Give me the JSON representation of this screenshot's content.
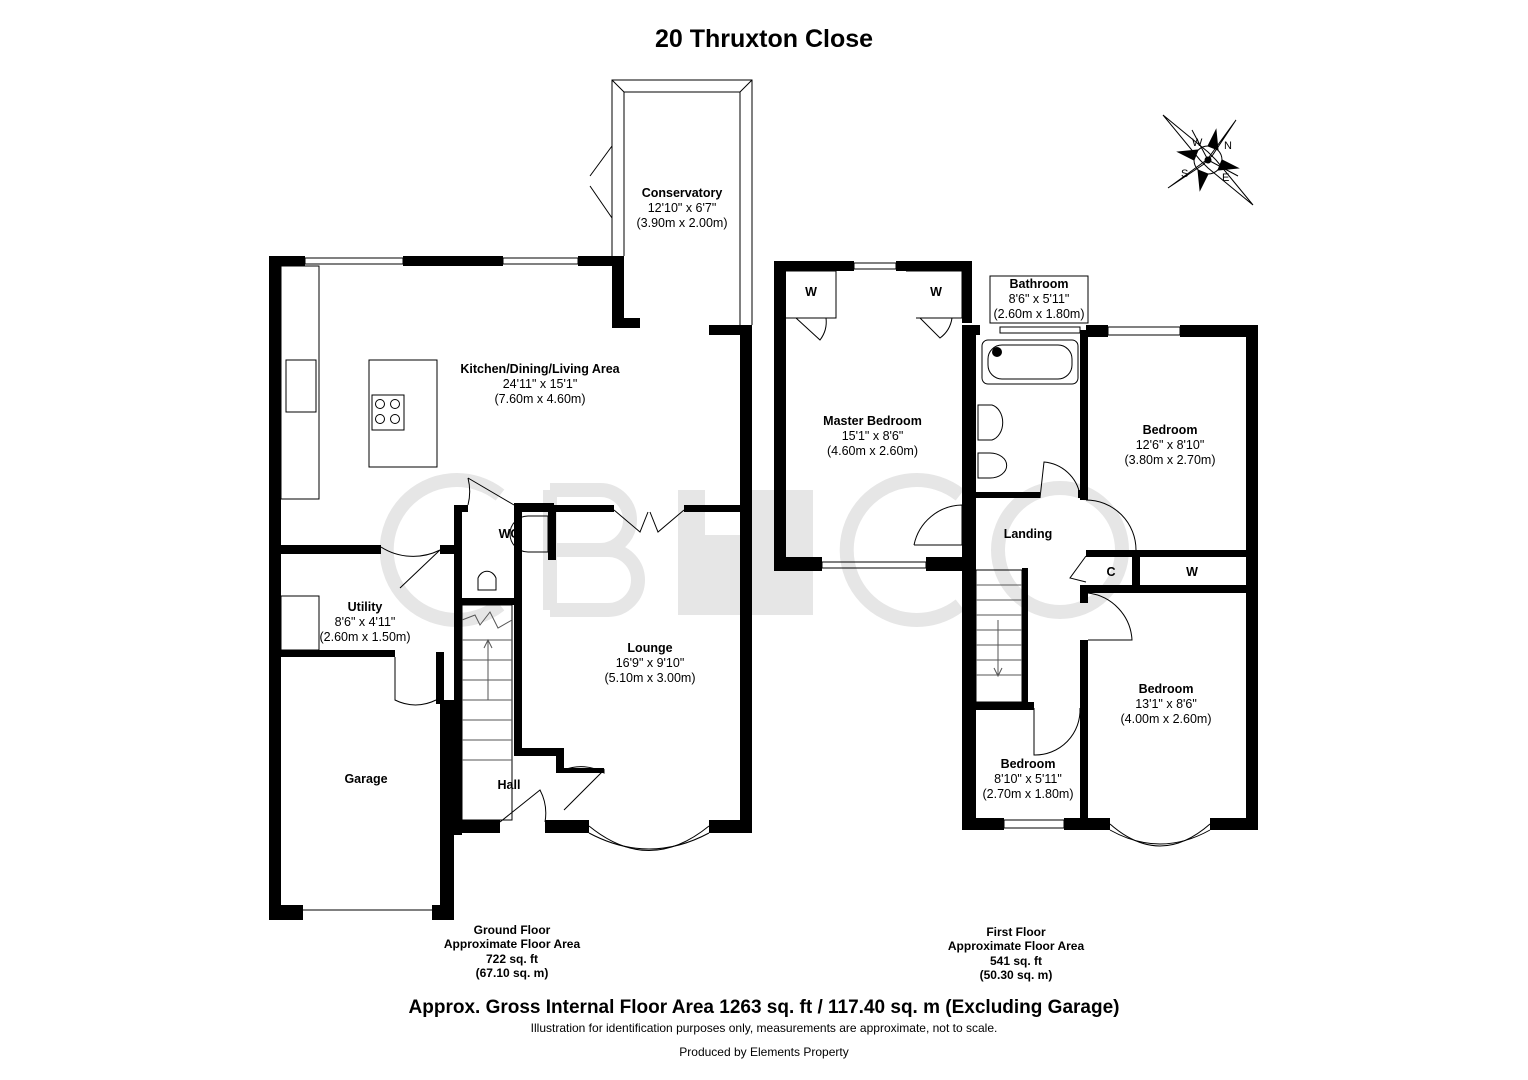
{
  "title": "20 Thruxton Close",
  "watermark": "CB CO",
  "compass": {
    "n": "N",
    "e": "E",
    "s": "S",
    "w": "W"
  },
  "rooms": {
    "conservatory": {
      "name": "Conservatory",
      "imperial": "12'10\" x 6'7\"",
      "metric": "(3.90m x 2.00m)"
    },
    "kitchen": {
      "name": "Kitchen/Dining/Living Area",
      "imperial": "24'11\" x 15'1\"",
      "metric": "(7.60m x 4.60m)"
    },
    "wc": {
      "name": "WC"
    },
    "utility": {
      "name": "Utility",
      "imperial": "8'6\" x 4'11\"",
      "metric": "(2.60m x 1.50m)"
    },
    "lounge": {
      "name": "Lounge",
      "imperial": "16'9\" x 9'10\"",
      "metric": "(5.10m x 3.00m)"
    },
    "garage": {
      "name": "Garage"
    },
    "hall": {
      "name": "Hall"
    },
    "master": {
      "name": "Master Bedroom",
      "imperial": "15'1\" x 8'6\"",
      "metric": "(4.60m x 2.60m)"
    },
    "bathroom": {
      "name": "Bathroom",
      "imperial": "8'6\" x 5'11\"",
      "metric": "(2.60m x 1.80m)"
    },
    "bedroom2": {
      "name": "Bedroom",
      "imperial": "12'6\" x 8'10\"",
      "metric": "(3.80m x 2.70m)"
    },
    "landing": {
      "name": "Landing"
    },
    "bedroom3": {
      "name": "Bedroom",
      "imperial": "13'1\" x 8'6\"",
      "metric": "(4.00m x 2.60m)"
    },
    "bedroom4": {
      "name": "Bedroom",
      "imperial": "8'10\" x 5'11\"",
      "metric": "(2.70m x 1.80m)"
    },
    "w1": {
      "name": "W"
    },
    "w2": {
      "name": "W"
    },
    "w3": {
      "name": "W"
    },
    "cupboard": {
      "name": "C"
    }
  },
  "ground_floor": {
    "label": "Ground Floor",
    "sub": "Approximate Floor Area",
    "sqft": "722 sq. ft",
    "sqm": "(67.10 sq. m)"
  },
  "first_floor": {
    "label": "First Floor",
    "sub": "Approximate Floor Area",
    "sqft": "541 sq. ft",
    "sqm": "(50.30 sq. m)"
  },
  "gross": "Approx. Gross Internal Floor Area 1263 sq. ft / 117.40 sq. m (Excluding Garage)",
  "disclaimer": "Illustration for identification purposes only, measurements are approximate, not to scale.",
  "produced": "Produced by Elements Property"
}
